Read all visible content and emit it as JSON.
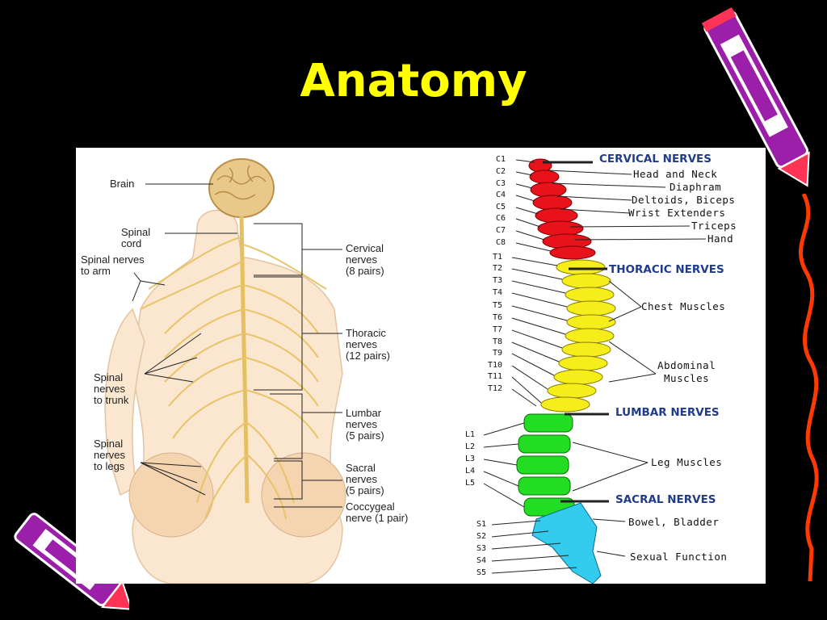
{
  "title": "Anatomy",
  "left_diagram": {
    "labels": {
      "brain": "Brain",
      "spinal_cord": "Spinal\ncord",
      "nerves_to_arm": "Spinal nerves\nto arm",
      "nerves_to_trunk": "Spinal\nnerves\nto trunk",
      "nerves_to_legs": "Spinal\nnerves\nto legs",
      "cervical": "Cervical\nnerves\n(8 pairs)",
      "thoracic": "Thoracic\nnerves\n(12 pairs)",
      "lumbar": "Lumbar\nnerves\n(5 pairs)",
      "sacral": "Sacral\nnerves\n(5 pairs)",
      "coccygeal": "Coccygeal\nnerve (1 pair)"
    }
  },
  "right_diagram": {
    "vertebrae": [
      "C1",
      "C2",
      "C3",
      "C4",
      "C5",
      "C6",
      "C7",
      "C8",
      "T1",
      "T2",
      "T3",
      "T4",
      "T5",
      "T6",
      "T7",
      "T8",
      "T9",
      "T10",
      "T11",
      "T12",
      "L1",
      "L2",
      "L3",
      "L4",
      "L5",
      "S1",
      "S2",
      "S3",
      "S4",
      "S5"
    ],
    "headings": {
      "cervical": "CERVICAL NERVES",
      "thoracic": "THORACIC NERVES",
      "lumbar": "LUMBAR NERVES",
      "sacral": "SACRAL NERVES"
    },
    "functions": {
      "head_neck": "Head and Neck",
      "diaphram": "Diaphram",
      "deltoids": "Deltoids, Biceps",
      "wrist": "Wrist Extenders",
      "triceps": "Triceps",
      "hand": "Hand",
      "chest": "Chest Muscles",
      "abdominal": "Abdominal\nMuscles",
      "leg": "Leg Muscles",
      "bowel": "Bowel, Bladder",
      "sexual": "Sexual Function"
    },
    "colors": {
      "cervical": "#e8121a",
      "thoracic": "#f5ee1a",
      "lumbar": "#22dd22",
      "sacral": "#33ccee",
      "heading": "#1f3b8a"
    }
  }
}
